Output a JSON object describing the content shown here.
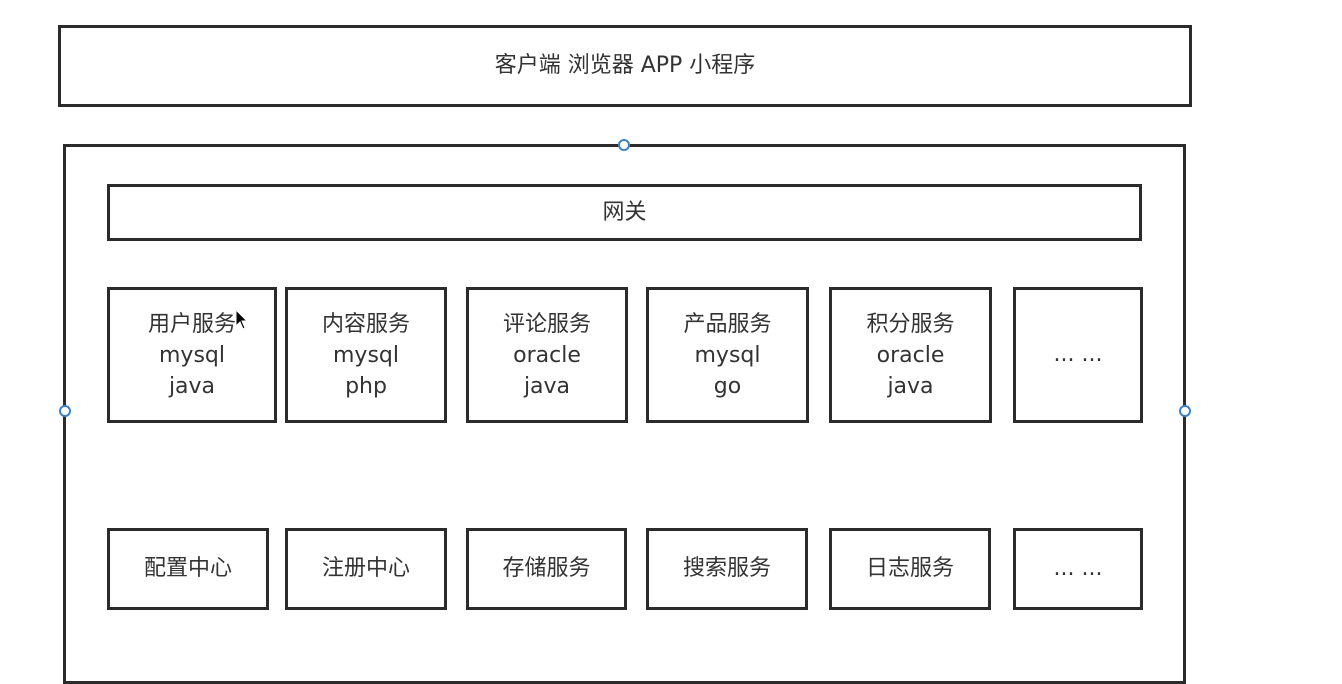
{
  "client": {
    "label": "客户端 浏览器 APP 小程序"
  },
  "gateway": {
    "label": "网关"
  },
  "business_services": [
    {
      "name": "用户服务",
      "db": "mysql",
      "lang": "java"
    },
    {
      "name": "内容服务",
      "db": "mysql",
      "lang": "php"
    },
    {
      "name": "评论服务",
      "db": "oracle",
      "lang": "java"
    },
    {
      "name": "产品服务",
      "db": "mysql",
      "lang": "go"
    },
    {
      "name": "积分服务",
      "db": "oracle",
      "lang": "java"
    },
    {
      "ellipsis": "... ..."
    }
  ],
  "infrastructure_services": [
    {
      "name": "配置中心"
    },
    {
      "name": "注册中心"
    },
    {
      "name": "存储服务"
    },
    {
      "name": "搜索服务"
    },
    {
      "name": "日志服务"
    },
    {
      "name": "... ..."
    }
  ],
  "colors": {
    "border": "#2b2b2b",
    "handle": "#3b82c4",
    "text": "#333333"
  }
}
